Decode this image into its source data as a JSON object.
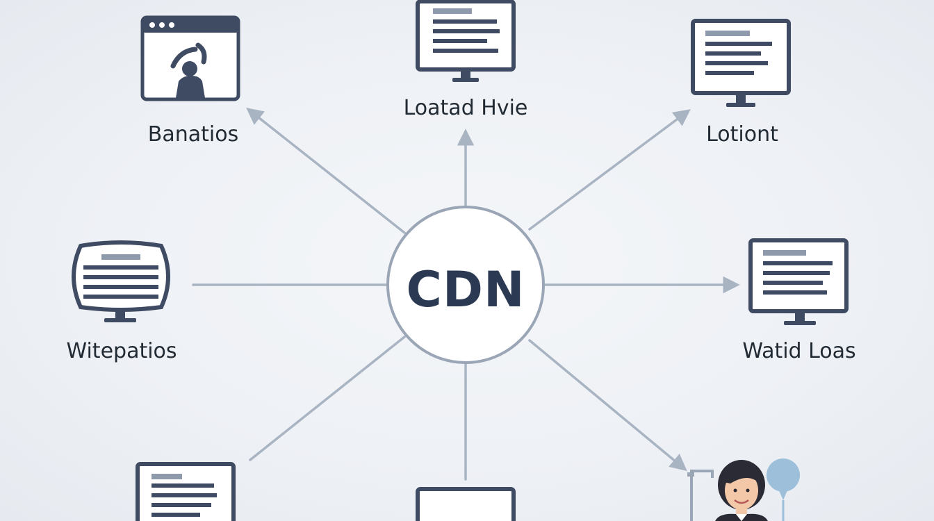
{
  "colors": {
    "background": "#eef1f5",
    "icon": "#3f4b63",
    "connector": "#a9b4c3",
    "hub_border": "#9aa5b6",
    "hub_text": "#2b3a52",
    "label_text": "#222a33",
    "bubble": "#9dbfd9"
  },
  "hub": {
    "label": "CDN"
  },
  "nodes": [
    {
      "id": "top-left",
      "label": "Banatios",
      "icon": "browser-window-icon"
    },
    {
      "id": "top",
      "label": "Loatad Hvie",
      "icon": "monitor-icon"
    },
    {
      "id": "top-right",
      "label": "Lotiont",
      "icon": "monitor-icon"
    },
    {
      "id": "left",
      "label": "Witepatios",
      "icon": "curved-monitor-icon"
    },
    {
      "id": "right",
      "label": "Watid Loas",
      "icon": "monitor-icon"
    },
    {
      "id": "bottom-left",
      "label": "",
      "icon": "monitor-icon"
    },
    {
      "id": "bottom",
      "label": "",
      "icon": "monitor-icon"
    },
    {
      "id": "bottom-right",
      "label": "",
      "icon": "user-avatar-icon"
    }
  ]
}
